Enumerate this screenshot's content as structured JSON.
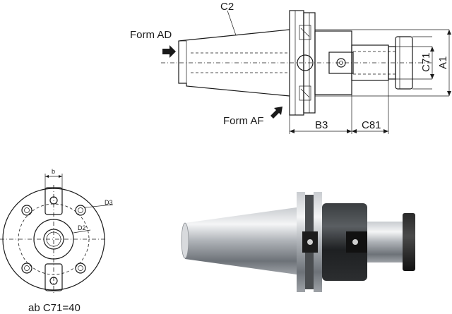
{
  "labels": {
    "c2": "C2",
    "form_ad": "Form AD",
    "form_af": "Form AF",
    "c71": "C71",
    "a1": "A1",
    "b3": "B3",
    "c81": "C81",
    "b": "b",
    "d3": "D3",
    "d2": "D2",
    "note": "ab C71=40"
  }
}
